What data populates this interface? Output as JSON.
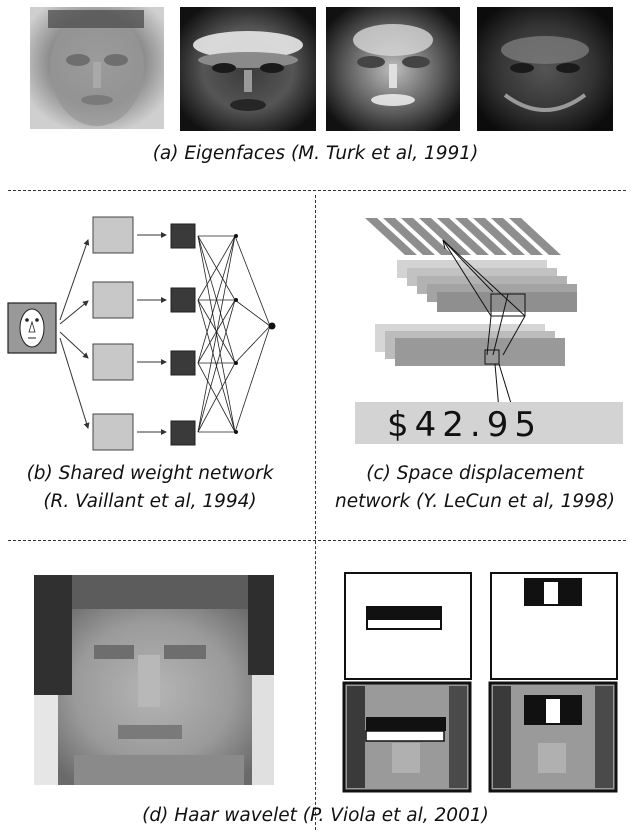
{
  "panel_a": {
    "caption": "(a) Eigenfaces  (M. Turk et al, 1991)"
  },
  "panel_b": {
    "caption_line1": "(b) Shared weight network",
    "caption_line2": "(R. Vaillant et al, 1994)"
  },
  "panel_c": {
    "caption_line1": "(c) Space displacement",
    "caption_line2": "network (Y. LeCun et al, 1998)",
    "digit_text": "$42.95"
  },
  "panel_d": {
    "caption": "(d) Haar wavelet  (P. Viola et al, 2001)"
  }
}
